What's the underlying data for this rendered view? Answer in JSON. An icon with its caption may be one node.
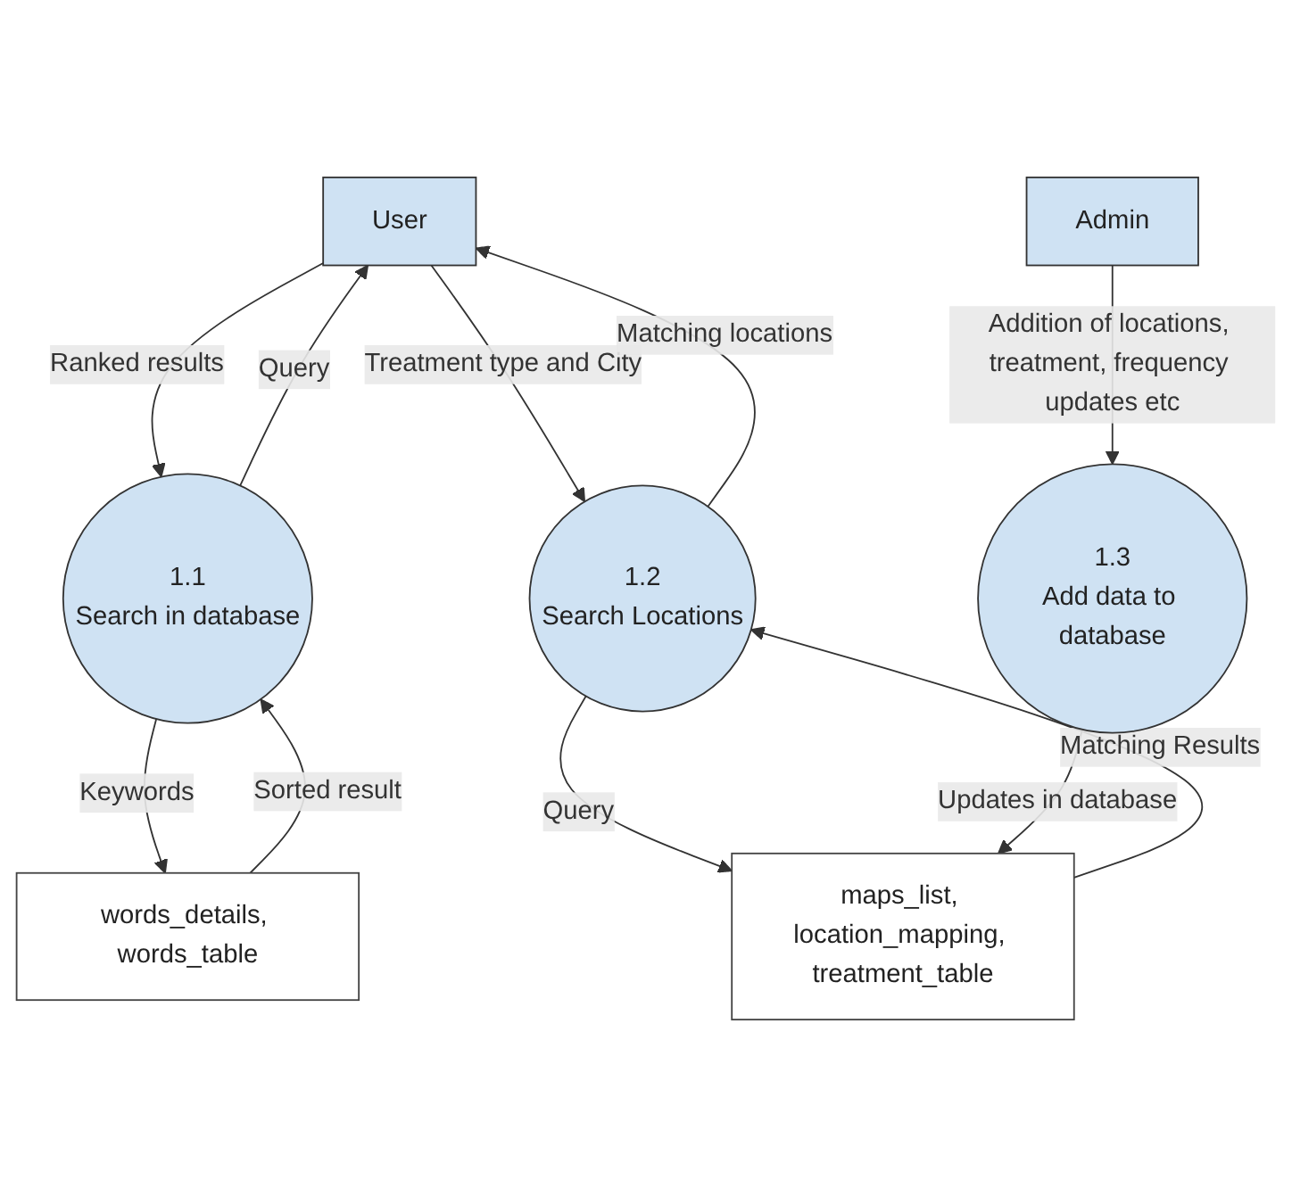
{
  "diagram": {
    "nodes": [
      {
        "text": [
          "User"
        ]
      },
      {
        "text": [
          "Admin"
        ]
      },
      {
        "text": [
          "1.1",
          "Search in database"
        ]
      },
      {
        "text": [
          "1.2",
          "Search Locations"
        ]
      },
      {
        "text": [
          "1.3",
          "Add data to database"
        ]
      },
      {
        "text": [
          "words_details, words_table"
        ]
      },
      {
        "text": [
          "maps_list, location_mapping, treatment_table"
        ]
      }
    ],
    "edges": [
      {
        "from": 2,
        "to": 0,
        "arrow": "to",
        "label": "Query"
      },
      {
        "from": 0,
        "to": 2,
        "arrow": "to",
        "label": "Ranked results"
      },
      {
        "from": 0,
        "to": 3,
        "arrow": "to",
        "label": "Treatment type and City"
      },
      {
        "from": 3,
        "to": 0,
        "arrow": "to",
        "label": "Matching locations"
      },
      {
        "from": 1,
        "to": 4,
        "arrow": "to",
        "label": "Addition of locations, treatment, frequency updates etc"
      },
      {
        "from": 2,
        "to": 5,
        "arrow": "to",
        "label": "Keywords"
      },
      {
        "from": 5,
        "to": 2,
        "arrow": "to",
        "label": "Sorted result"
      },
      {
        "from": 3,
        "to": 6,
        "arrow": "to",
        "label": "Query"
      },
      {
        "from": 6,
        "to": 3,
        "arrow": "to",
        "label": "Matching Results"
      },
      {
        "from": 4,
        "to": 6,
        "arrow": "to",
        "label": "Updates in database"
      }
    ]
  }
}
